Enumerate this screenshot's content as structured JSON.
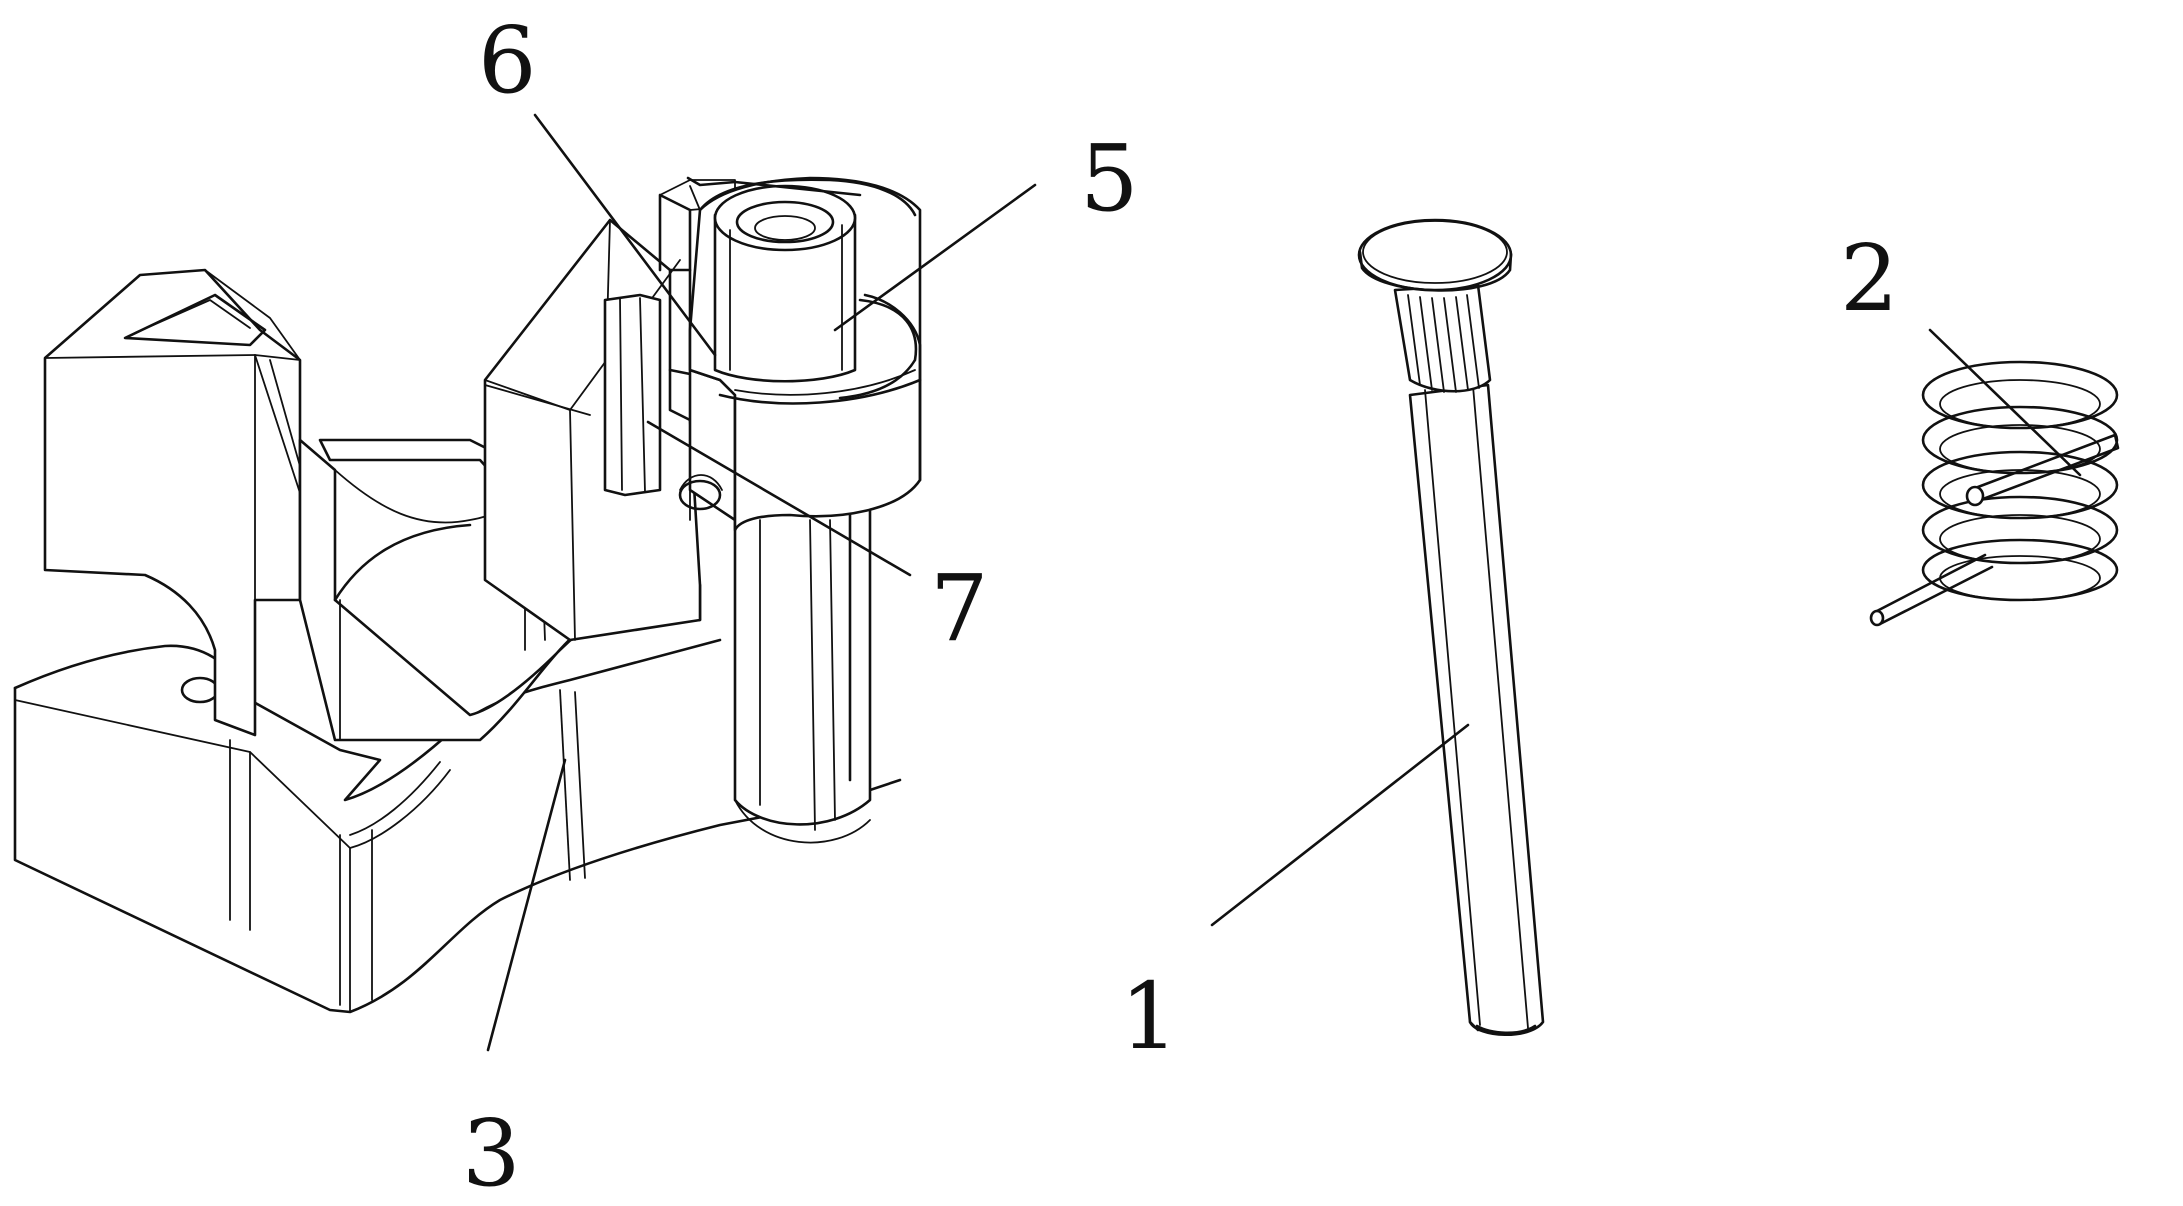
{
  "labels": {
    "label_1": "1",
    "label_2": "2",
    "label_3": "3",
    "label_5": "5",
    "label_6": "6",
    "label_7": "7"
  },
  "colors": {
    "line": "#111111",
    "background": "#ffffff"
  }
}
